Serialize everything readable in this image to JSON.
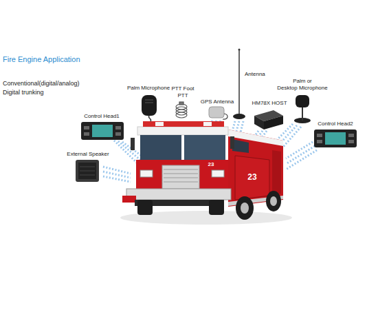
{
  "diagram": {
    "title": "Fire Engine Application",
    "labels": [
      "Conventional(digital/analog)",
      "Digital trunking",
      "Palm Microphone",
      "PTT Foot PTT",
      "GPS Antenna",
      "Antenna",
      "HM78X HOST",
      "Palm or Desktop Microphone",
      "Control Head1",
      "Control Head2",
      "External Speaker",
      "23",
      "23"
    ]
  }
}
